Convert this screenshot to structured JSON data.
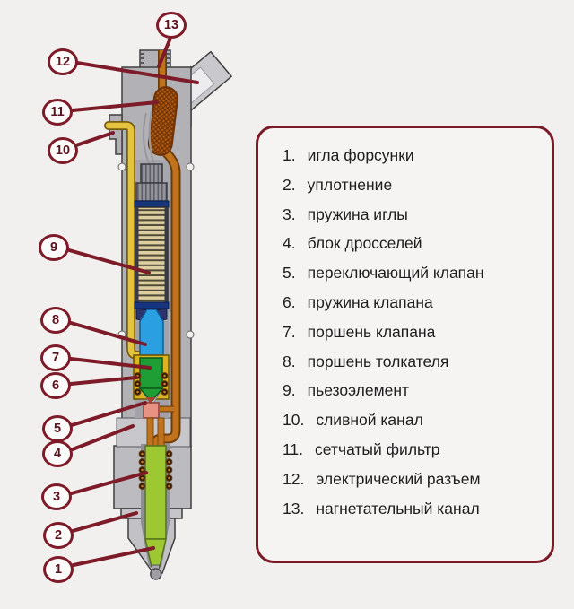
{
  "diagram": {
    "subject": "piezo fuel injector cross-section",
    "callouts": [
      {
        "num": "1"
      },
      {
        "num": "2"
      },
      {
        "num": "3"
      },
      {
        "num": "4"
      },
      {
        "num": "5"
      },
      {
        "num": "6"
      },
      {
        "num": "7"
      },
      {
        "num": "8"
      },
      {
        "num": "9"
      },
      {
        "num": "10"
      },
      {
        "num": "11"
      },
      {
        "num": "12"
      },
      {
        "num": "13"
      }
    ]
  },
  "legend": {
    "items": [
      {
        "num": "1.",
        "label": "игла форсунки"
      },
      {
        "num": "2.",
        "label": "уплотнение"
      },
      {
        "num": "3.",
        "label": "пружина иглы"
      },
      {
        "num": "4.",
        "label": "блок дросселей"
      },
      {
        "num": "5.",
        "label": "переключающий клапан"
      },
      {
        "num": "6.",
        "label": "пружина клапана"
      },
      {
        "num": "7.",
        "label": "поршень клапана"
      },
      {
        "num": "8.",
        "label": "поршень толкателя"
      },
      {
        "num": "9.",
        "label": "пьезоэлемент"
      },
      {
        "num": "10.",
        "label": "сливной канал"
      },
      {
        "num": "11.",
        "label": "сетчатый фильтр"
      },
      {
        "num": "12.",
        "label": "электрический разъем"
      },
      {
        "num": "13.",
        "label": "нагнетательный канал"
      }
    ]
  },
  "colors": {
    "background": "#f1f0ee",
    "accent_maroon": "#7e1b29",
    "legend_border": "#7a1a26",
    "body_gray": "#b2b2b6",
    "high_pressure_channel_orange": "#c0731c",
    "drain_channel_yellow": "#e6c33e",
    "piezo_tan": "#decfa0",
    "pusher_piston_blue": "#2aa0e2",
    "valve_piston_green": "#1f9e35",
    "needle_green": "#9dc832",
    "valve_pink": "#e89284"
  }
}
